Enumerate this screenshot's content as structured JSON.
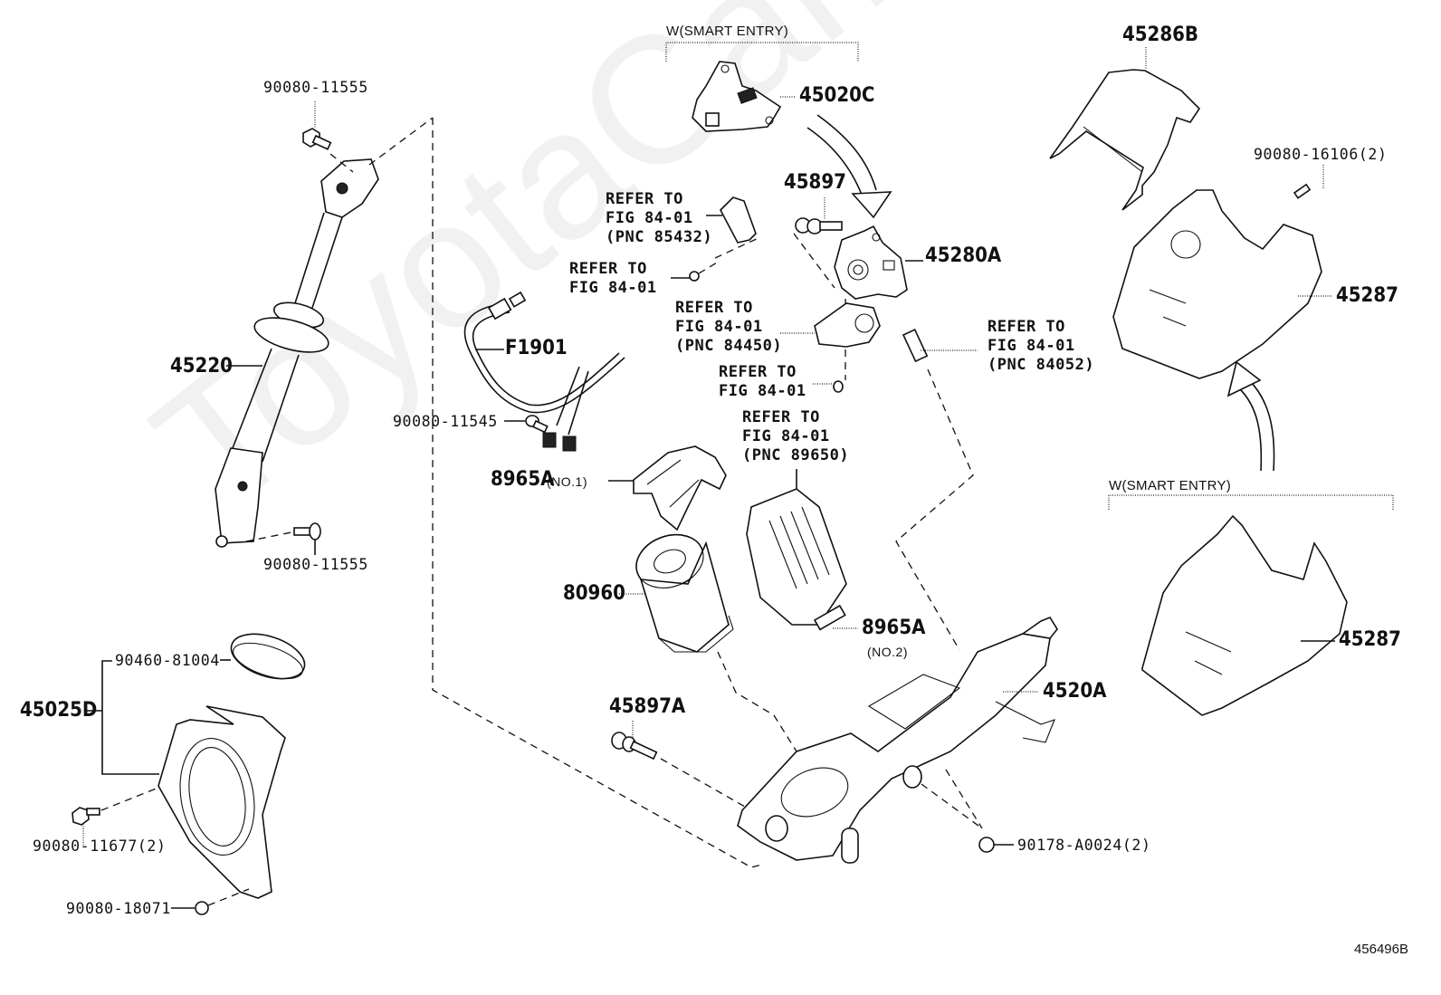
{
  "diagram": {
    "watermark": "ToyotaCamry.ru (watermark)",
    "document_id": "456496B",
    "groups": {
      "smart_entry_top": "W(SMART ENTRY)",
      "smart_entry_right": "W(SMART ENTRY)"
    },
    "parts": {
      "p45220": "45220",
      "p90080_11555_top": "90080-11555",
      "p90080_11555_bottom": "90080-11555",
      "p45025D": "45025D",
      "p90460_81004": "90460-81004",
      "p90080_11677": "90080-11677(2)",
      "p90080_18071": "90080-18071",
      "p45020C": "45020C",
      "p45897": "45897",
      "p45280A": "45280A",
      "pF1901": "F1901",
      "p90080_11545": "90080-11545",
      "p8965A_no1": "8965A",
      "p8965A_no1_note": "(NO.1)",
      "p80960": "80960",
      "p8965A_no2": "8965A",
      "p8965A_no2_note": "(NO.2)",
      "p45897A": "45897A",
      "p4520A": "4520A",
      "p90178_A0024": "90178-A0024(2)",
      "p45286B": "45286B",
      "p90080_16106": "90080-16106(2)",
      "p45287_upper": "45287",
      "p45287_lower": "45287"
    },
    "references": {
      "ref_85432": "REFER TO\nFIG 84-01\n(PNC 85432)",
      "ref_screw": "REFER TO\nFIG 84-01",
      "ref_84450": "REFER TO\nFIG 84-01\n(PNC 84450)",
      "ref_screw2": "REFER TO\nFIG 84-01",
      "ref_84052": "REFER TO\nFIG 84-01\n(PNC 84052)",
      "ref_89650": "REFER TO\nFIG 84-01\n(PNC 89650)"
    }
  }
}
